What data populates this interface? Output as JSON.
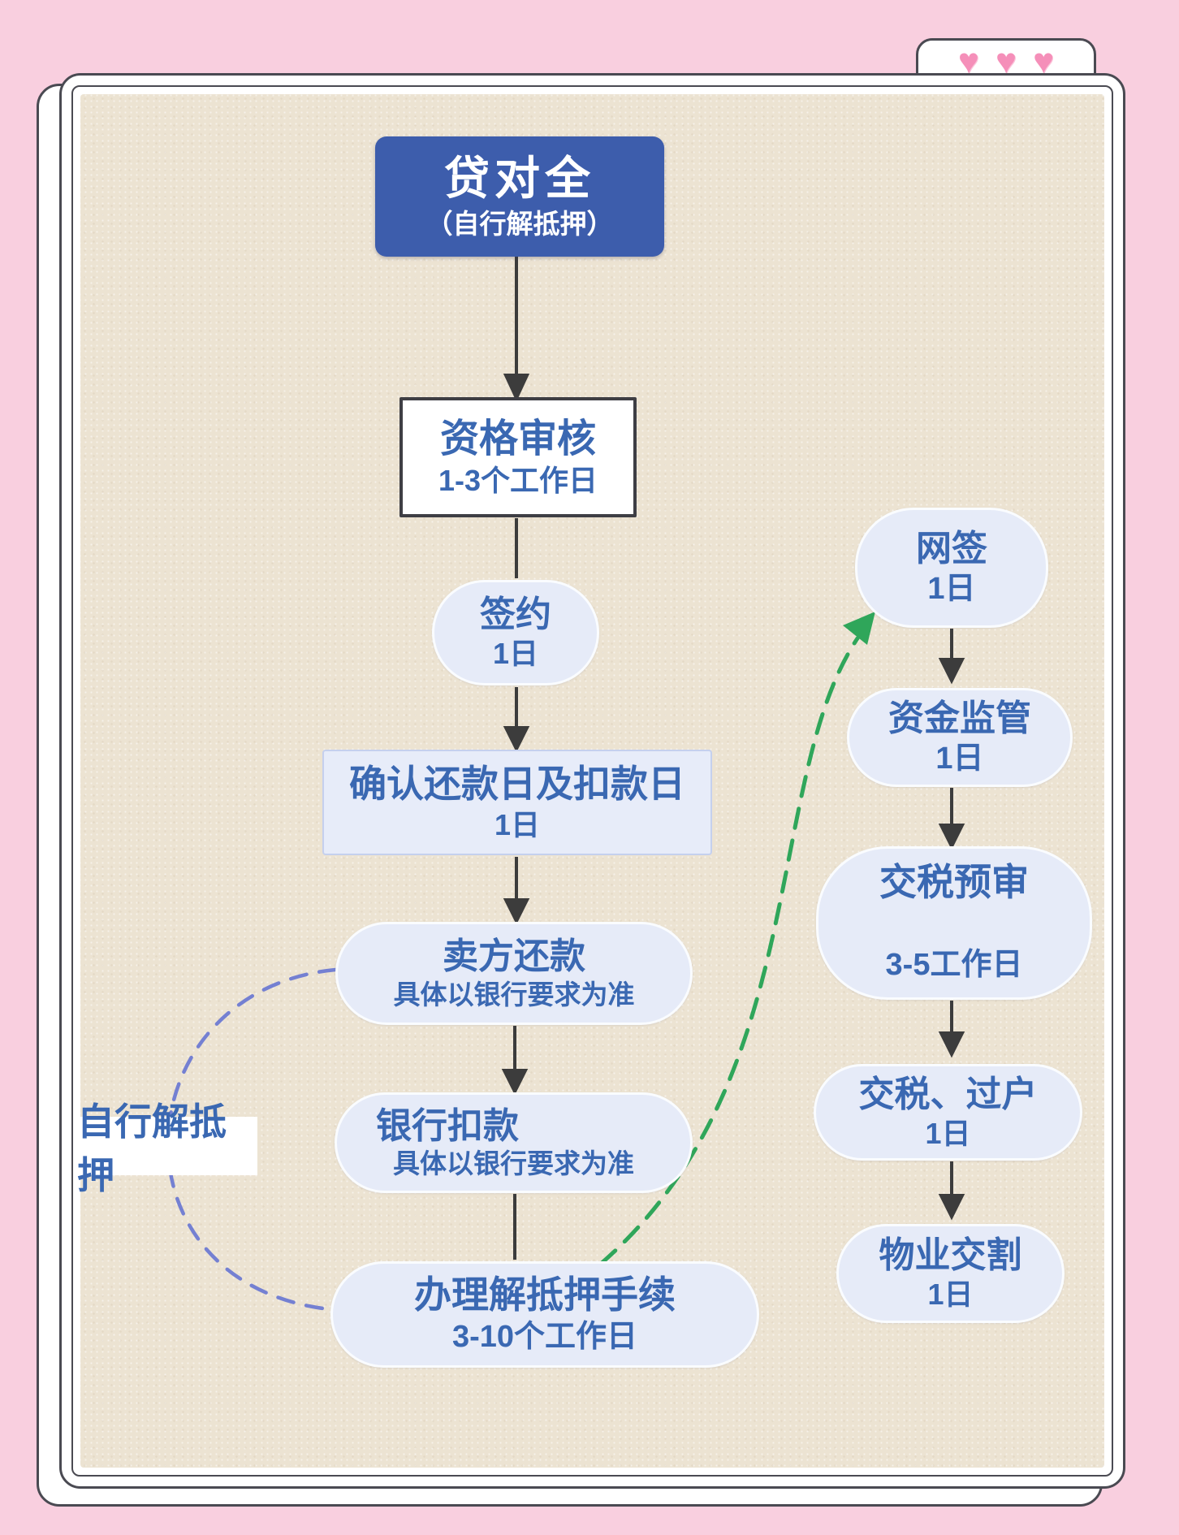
{
  "header": {
    "title": "贷对全",
    "subtitle": "（自行解抵押）"
  },
  "main_flow": [
    {
      "title": "资格审核",
      "subtitle": "1-3个工作日"
    },
    {
      "title": "签约",
      "subtitle": "1日"
    },
    {
      "title": "确认还款日及扣款日",
      "subtitle": "1日"
    },
    {
      "title": "卖方还款",
      "subtitle": "具体以银行要求为准"
    },
    {
      "title": "银行扣款",
      "subtitle": "具体以银行要求为准"
    },
    {
      "title": "办理解抵押手续",
      "subtitle": "3-10个工作日"
    }
  ],
  "right_flow": [
    {
      "title": "网签",
      "subtitle": "1日"
    },
    {
      "title": "资金监管",
      "subtitle": "1日"
    },
    {
      "title": "交税预审",
      "subtitle": "3-5工作日"
    },
    {
      "title": "交税、过户",
      "subtitle": "1日"
    },
    {
      "title": "物业交割",
      "subtitle": "1日"
    }
  ],
  "annotations": {
    "self_release_label": "自行解抵押"
  },
  "decor": {
    "heart_icon": "♥",
    "heart_count": 3
  },
  "colors": {
    "page_bg": "#f9cfdf",
    "card_bg": "#ffffff",
    "card_outline": "#4a4a52",
    "canvas_bg": "#ece3d2",
    "header_bg": "#3d5dac",
    "node_bg": "#e6ebf8",
    "text_blue": "#3a68b2",
    "connector": "#3c3c3c",
    "green_dash": "#2fa65a",
    "blue_dash": "#7480d2",
    "heart_pink": "#f58fb9"
  }
}
